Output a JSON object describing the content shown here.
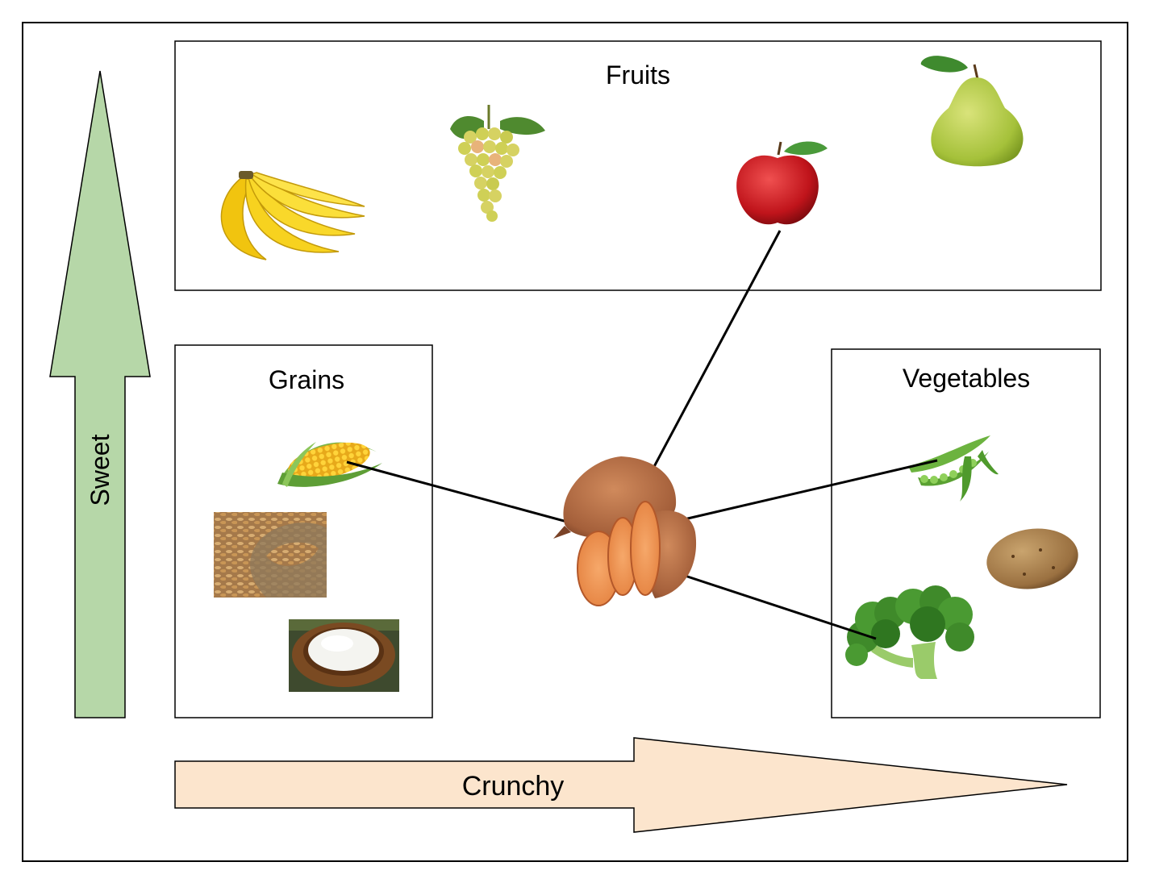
{
  "diagram": {
    "axes": {
      "vertical": {
        "label": "Sweet",
        "color": "#b6d7a8"
      },
      "horizontal": {
        "label": "Crunchy",
        "color": "#fce5cd"
      }
    },
    "groups": {
      "fruits": {
        "label": "Fruits",
        "items": [
          "banana-icon",
          "grapes-icon",
          "apple-icon",
          "pear-icon"
        ]
      },
      "grains": {
        "label": "Grains",
        "items": [
          "corn-icon",
          "barley-icon",
          "rice-bowl-icon"
        ]
      },
      "vegetables": {
        "label": "Vegetables",
        "items": [
          "peas-icon",
          "potato-icon",
          "broccoli-icon"
        ]
      }
    },
    "center_item": "sweet-potato-icon",
    "connections": [
      "apple-icon",
      "corn-icon",
      "peas-icon",
      "broccoli-icon"
    ]
  }
}
